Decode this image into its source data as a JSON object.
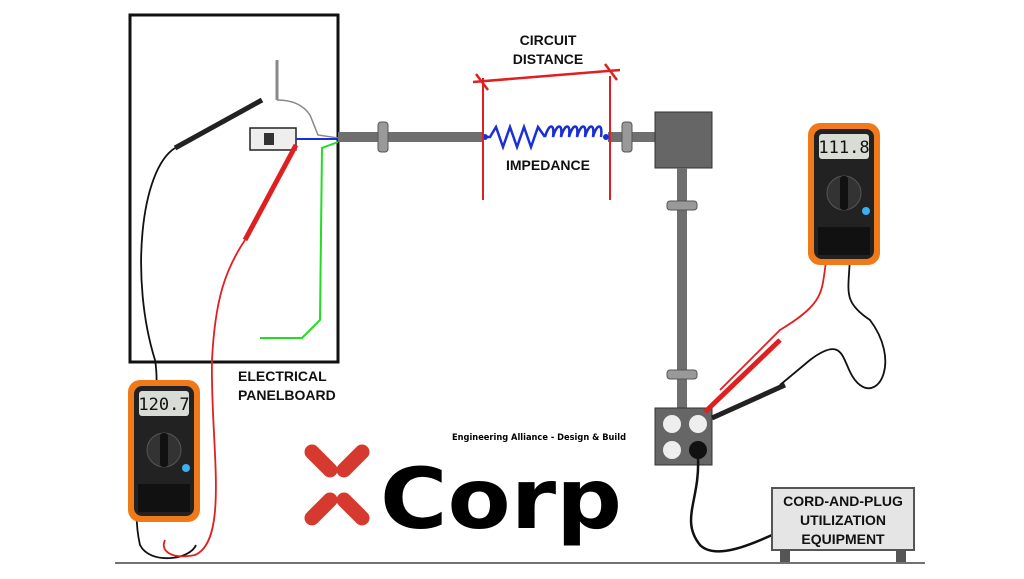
{
  "labels": {
    "circuit_distance_line1": "CIRCUIT",
    "circuit_distance_line2": "DISTANCE",
    "impedance": "IMPEDANCE",
    "panel_line1": "ELECTRICAL",
    "panel_line2": "PANELBOARD",
    "equipment_line1": "CORD-AND-PLUG",
    "equipment_line2": "UTILIZATION",
    "equipment_line3": "EQUIPMENT"
  },
  "meters": {
    "panel_reading": "120.7",
    "outlet_reading": "111.8"
  },
  "logo": {
    "name": "Corp",
    "tagline": "Engineering Alliance - Design & Build"
  },
  "colors": {
    "accent_red": "#e02020",
    "coil_blue": "#1a2fd6",
    "ground_green": "#22dd22",
    "meter_orange": "#f07a1a",
    "logo_red": "#d63a2f",
    "conduit_gray": "#6f6f6f"
  }
}
